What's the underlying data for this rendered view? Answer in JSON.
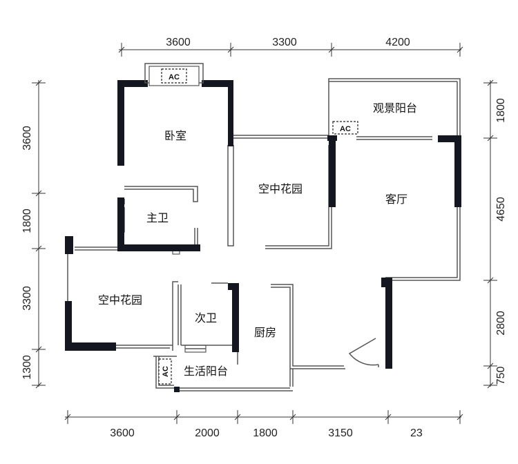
{
  "dimensions": {
    "top": [
      "3600",
      "3300",
      "4200"
    ],
    "bottom": [
      "3600",
      "2000",
      "1800",
      "3150",
      "23"
    ],
    "left": [
      "3600",
      "1800",
      "3300",
      "1300"
    ],
    "right": [
      "1800",
      "4650",
      "2800",
      "750"
    ]
  },
  "rooms": {
    "bedroom": "卧室",
    "master_bath": "主卫",
    "sky_garden_center": "空中花园",
    "sky_garden_left": "空中花园",
    "secondary_bath": "次卫",
    "kitchen": "厨房",
    "living_room": "客厅",
    "view_balcony": "观景阳台",
    "service_balcony": "生活阳台"
  },
  "ac_units": {
    "top": "AC",
    "balcony": "AC",
    "service": "AC"
  }
}
